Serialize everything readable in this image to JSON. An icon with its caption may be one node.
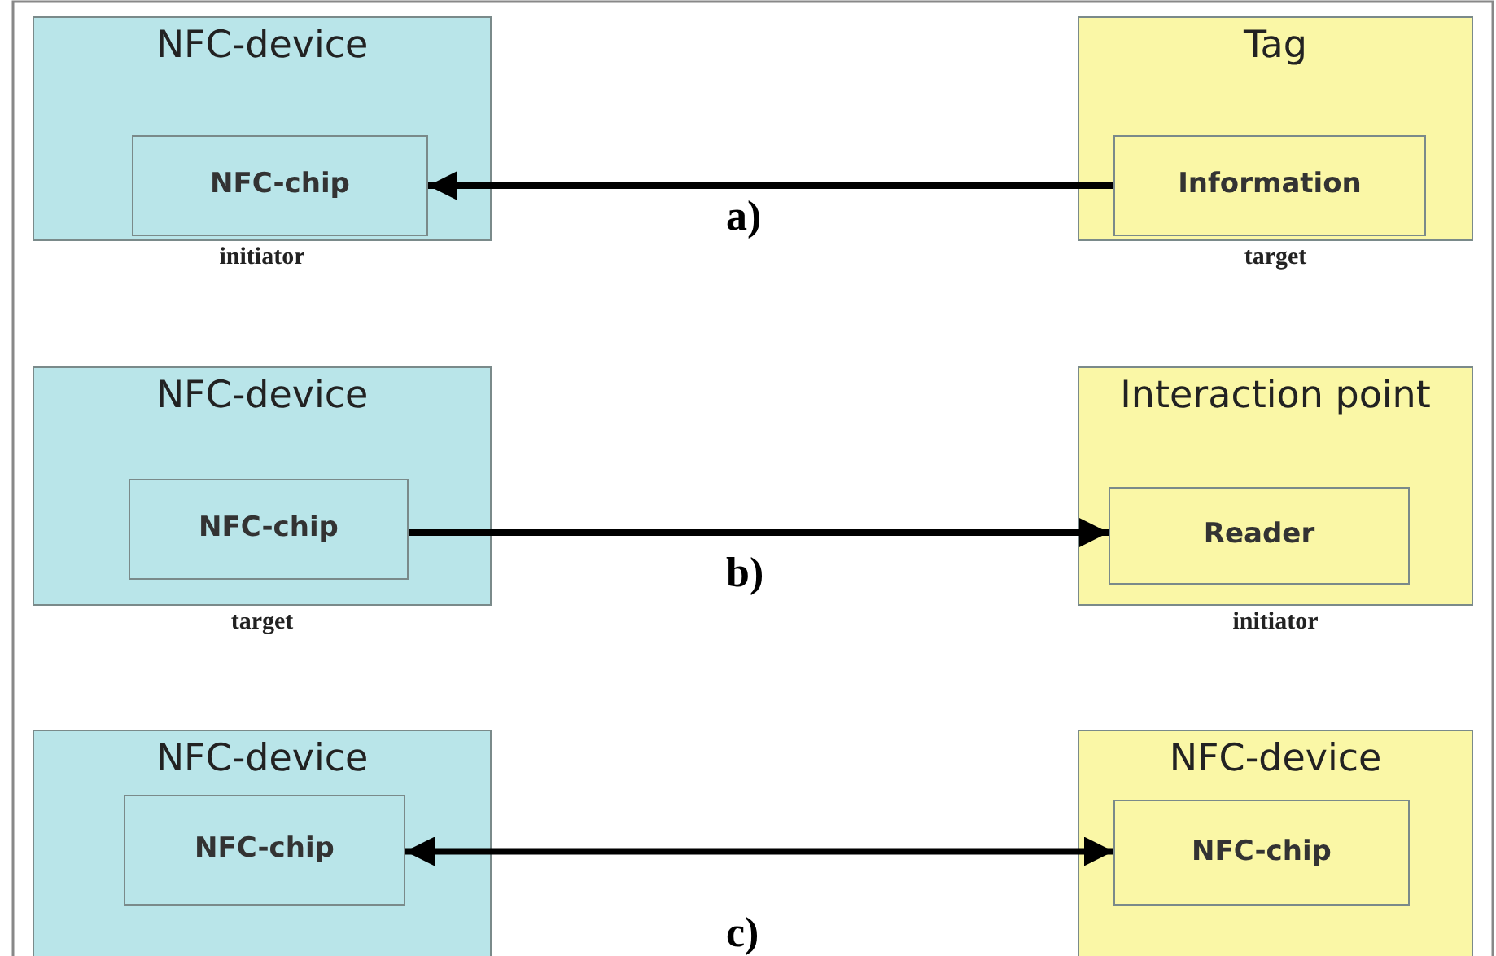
{
  "diagram": {
    "nodes": [
      {
        "text": [
          "NFC-device"
        ],
        "beside": [
          "initiator"
        ]
      },
      {
        "text": [
          "NFC-chip"
        ],
        "in": 0
      },
      {
        "text": [
          "Tag"
        ],
        "beside": [
          "target"
        ]
      },
      {
        "text": [
          "Information"
        ],
        "in": 2
      },
      {
        "text": [
          "NFC-device"
        ],
        "beside": [
          "target"
        ]
      },
      {
        "text": [
          "NFC-chip"
        ],
        "in": 4
      },
      {
        "text": [
          "Interaction point"
        ],
        "beside": [
          "initiator"
        ]
      },
      {
        "text": [
          "Reader"
        ],
        "in": 6
      },
      {
        "text": [
          "NFC-device"
        ]
      },
      {
        "text": [
          "NFC-chip"
        ],
        "in": 8
      },
      {
        "text": [
          "NFC-device"
        ]
      },
      {
        "text": [
          "NFC-chip"
        ],
        "in": 10
      }
    ],
    "edges": [
      {
        "from": 3,
        "to": 1,
        "arrow": "to"
      },
      {
        "from": 5,
        "to": 7,
        "arrow": "to"
      },
      {
        "from": 9,
        "to": 11,
        "arrow": "both"
      }
    ],
    "labels": [
      "a)",
      "b)",
      "c)"
    ]
  }
}
